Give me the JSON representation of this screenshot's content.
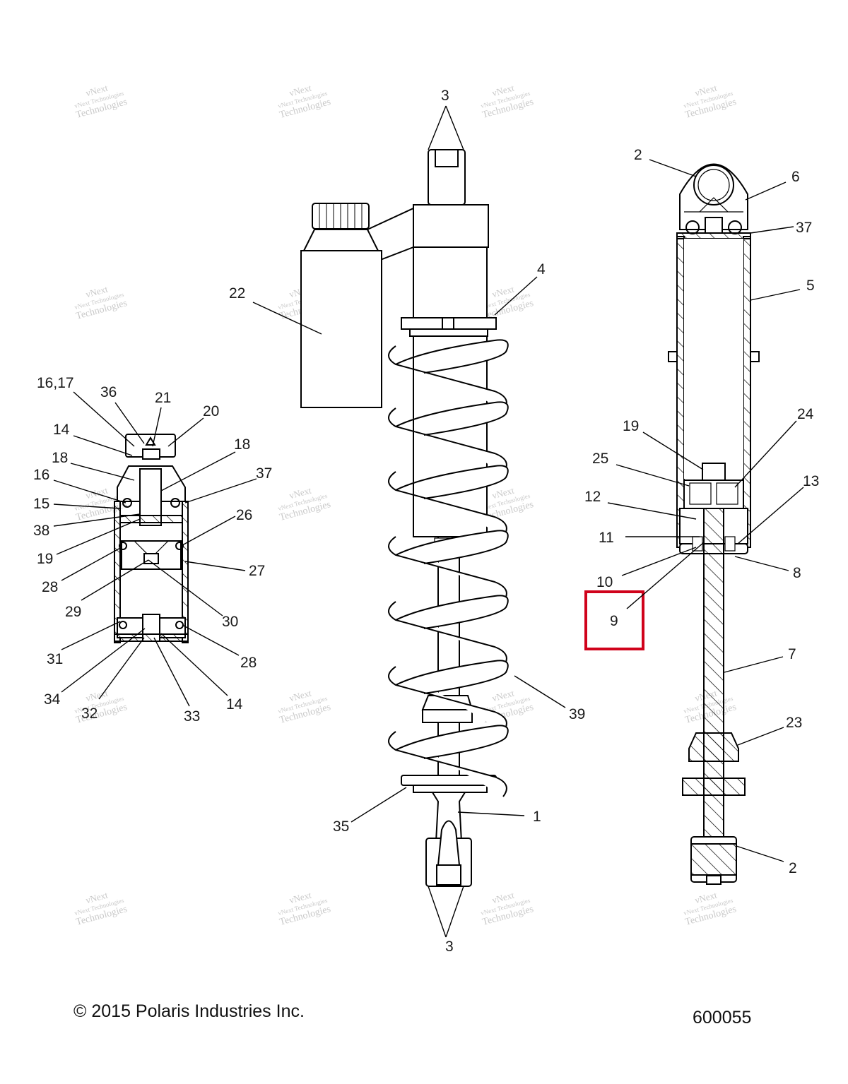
{
  "footer": {
    "copyright": "© 2015 Polaris Industries Inc.",
    "drawing_number": "600055"
  },
  "watermark": {
    "line1": "vNext",
    "line2": "vNext Technologies",
    "line3": "Technologies"
  },
  "highlight": {
    "color": "#d0021b",
    "label": "9"
  },
  "callouts": {
    "c3_top": "3",
    "c3_bottom": "3",
    "c22": "22",
    "c4": "4",
    "c39": "39",
    "c1": "1",
    "c35": "35",
    "r2_top": "2",
    "r6": "6",
    "r37": "37",
    "r5": "5",
    "r19": "19",
    "r24": "24",
    "r25": "25",
    "r12": "12",
    "r13": "13",
    "r11": "11",
    "r10": "10",
    "r8": "8",
    "r9": "9",
    "r7": "7",
    "r23": "23",
    "r2_bottom": "2",
    "l16_17": "16,17",
    "l36": "36",
    "l21": "21",
    "l20": "20",
    "l14_top": "14",
    "l18_left": "18",
    "l18_right": "18",
    "l16": "16",
    "l37": "37",
    "l15": "15",
    "l38": "38",
    "l26": "26",
    "l19": "19",
    "l28_left": "28",
    "l27": "27",
    "l29": "29",
    "l30": "30",
    "l31": "31",
    "l28_right": "28",
    "l34": "34",
    "l14_bottom": "14",
    "l32": "32",
    "l33": "33"
  }
}
